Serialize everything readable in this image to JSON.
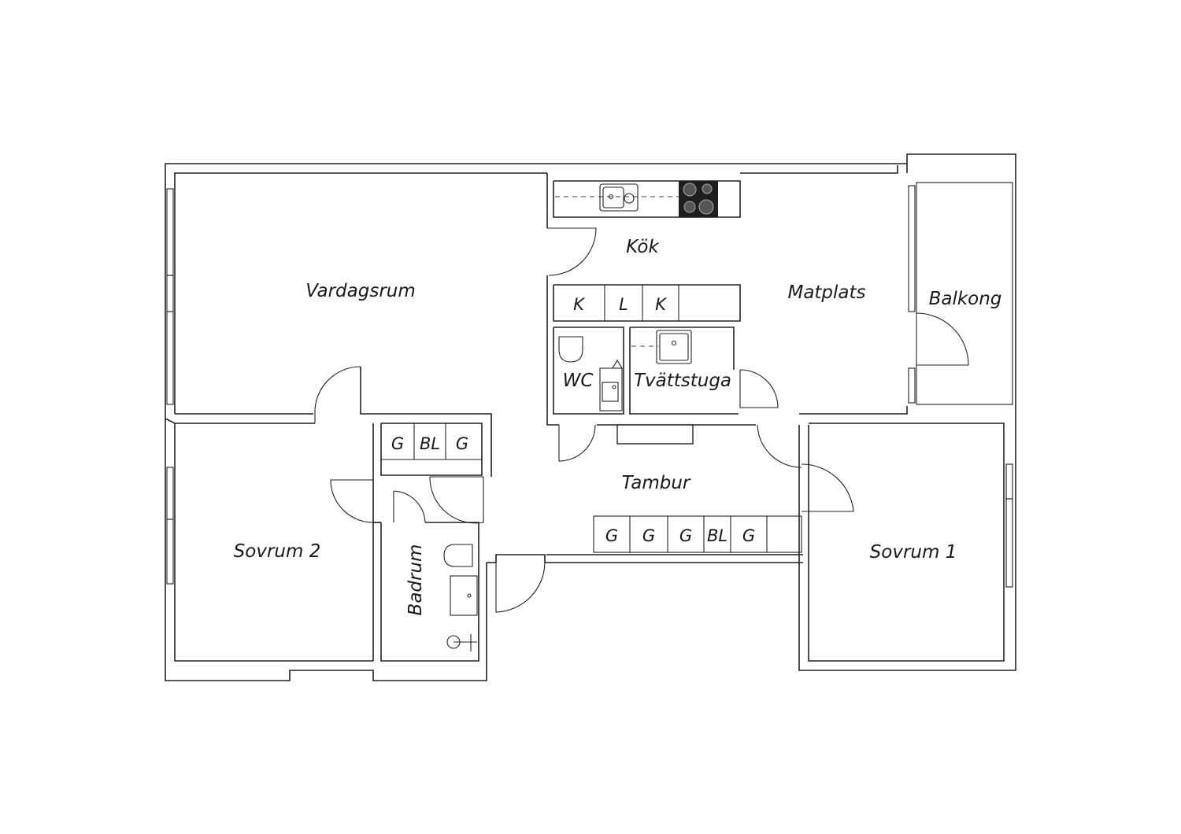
{
  "rooms": {
    "vardagsrum": "Vardagsrum",
    "kok": "Kök",
    "matplats": "Matplats",
    "balkong": "Balkong",
    "wc": "WC",
    "tvattstuga": "Tvättstuga",
    "tambur": "Tambur",
    "sovrum2": "Sovrum 2",
    "sovrum1": "Sovrum 1",
    "badrum": "Badrum"
  },
  "cabinets": {
    "kitchen": [
      "K",
      "L",
      "K"
    ],
    "hall_left": [
      "G",
      "BL",
      "G"
    ],
    "hall_bottom": [
      "G",
      "G",
      "G",
      "BL",
      "G"
    ]
  }
}
